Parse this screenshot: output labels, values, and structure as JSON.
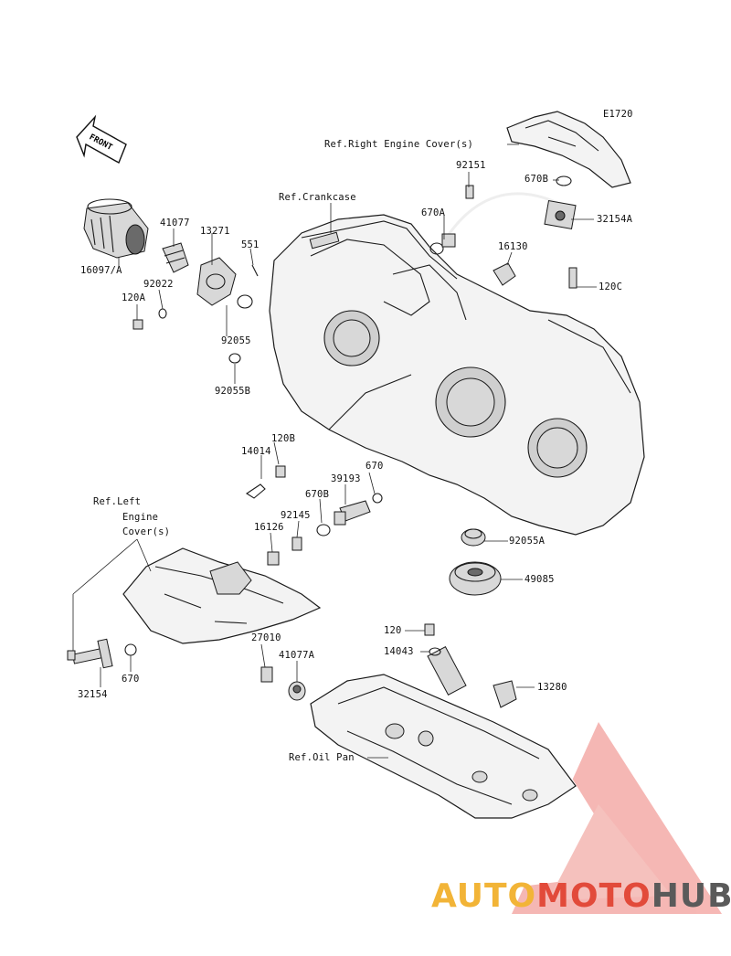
{
  "diagram_code": "E1720",
  "front_label": "FRONT",
  "labels": {
    "ref_right_cover": "Ref.Right Engine Cover(s)",
    "ref_crankcase": "Ref.Crankcase",
    "ref_left_cover_1": "Ref.Left",
    "ref_left_cover_2": "Engine",
    "ref_left_cover_3": "Cover(s)",
    "ref_oil_pan": "Ref.Oil Pan",
    "p92151": "92151",
    "p670B_top": "670B",
    "p670A": "670A",
    "p32154A": "32154A",
    "p16130": "16130",
    "p120C": "120C",
    "p41077": "41077",
    "p13271": "13271",
    "p551": "551",
    "p92022": "92022",
    "p16097A": "16097/A",
    "p120A": "120A",
    "p92055": "92055",
    "p92055B": "92055B",
    "p120B": "120B",
    "p14014": "14014",
    "p670_mid": "670",
    "p39193": "39193",
    "p670B_mid": "670B",
    "p92145": "92145",
    "p16126": "16126",
    "p92055A": "92055A",
    "p49085": "49085",
    "p670_low": "670",
    "p32154": "32154",
    "p27010": "27010",
    "p41077A": "41077A",
    "p120": "120",
    "p14043": "14043",
    "p13280": "13280"
  },
  "watermark": {
    "part1": "AUTO",
    "part2": "MOTO",
    "part3": "HUB",
    "color_auto": "#f2b437",
    "color_moto": "#e24a3a",
    "color_hub": "#5a5a5a"
  }
}
